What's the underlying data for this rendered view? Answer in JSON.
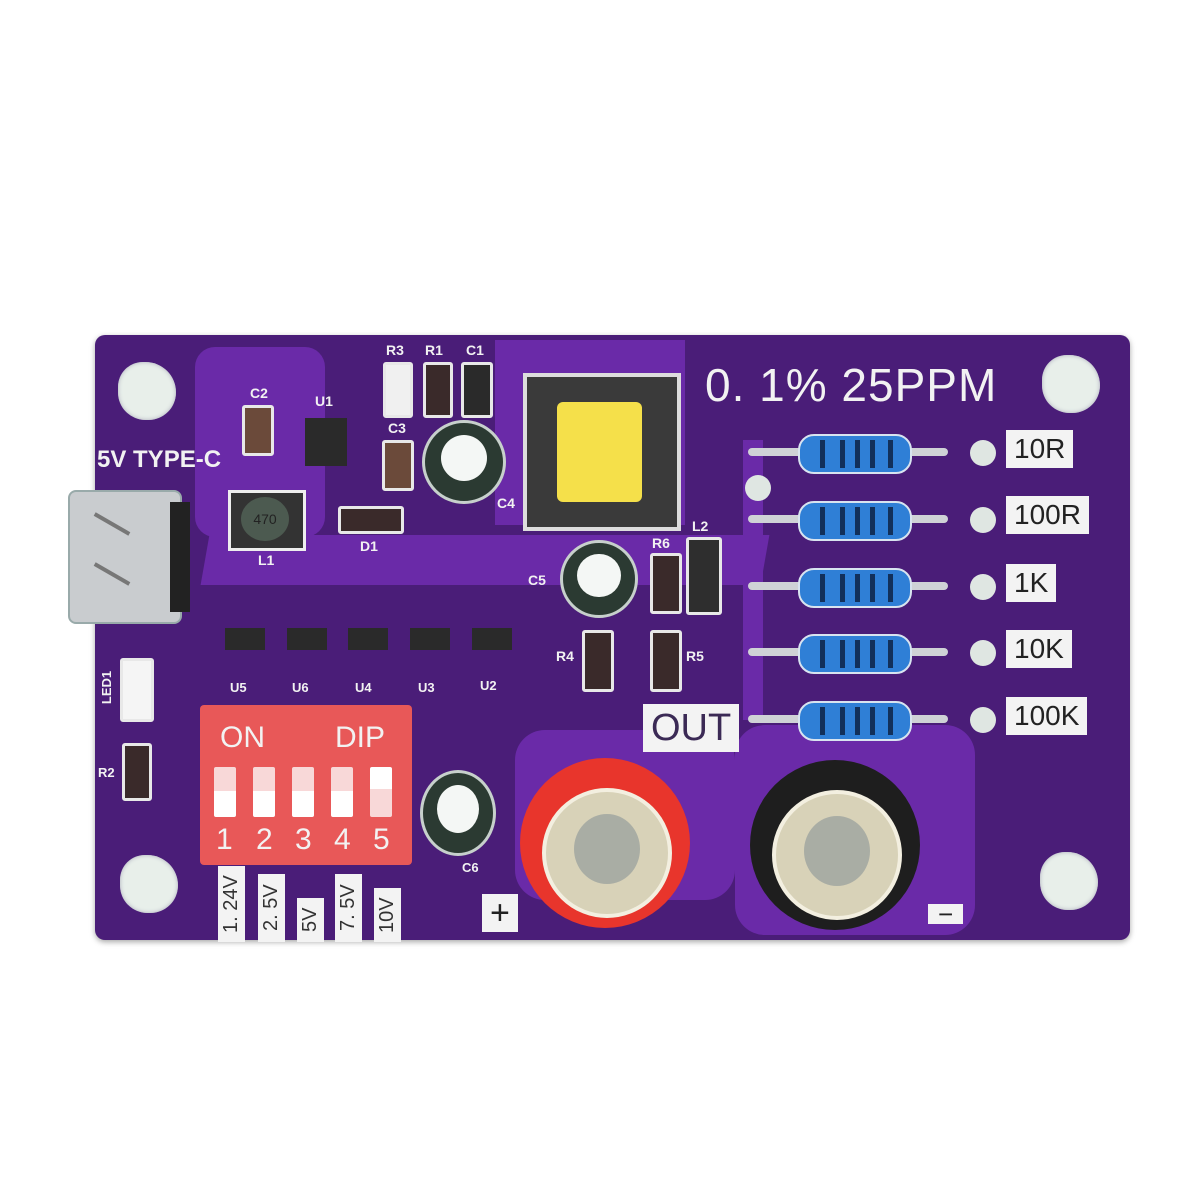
{
  "board": {
    "color": "#4a1d78",
    "headline": "0. 1%  25PPM",
    "usb_label": "5V TYPE-C",
    "out_label": "OUT",
    "plus_label": "+",
    "minus_label": "−"
  },
  "components": {
    "top_row": [
      "R3",
      "R1",
      "C1"
    ],
    "c2": "C2",
    "u1": "U1",
    "c3": "C3",
    "c4": "C4",
    "l1": "L1",
    "l1_marking": "470",
    "d1": "D1",
    "c5": "C5",
    "r6": "R6",
    "l2": "L2",
    "r4": "R4",
    "r5": "R5",
    "c6": "C6",
    "led1": "LED1",
    "r2": "R2",
    "transistors": [
      "U5",
      "U6",
      "U4",
      "U3",
      "U2"
    ]
  },
  "resistors": [
    {
      "label": "10R"
    },
    {
      "label": "100R"
    },
    {
      "label": "1K"
    },
    {
      "label": "10K"
    },
    {
      "label": "100K"
    }
  ],
  "dip_switch": {
    "left_text": "ON",
    "right_text": "DIP",
    "numbers": [
      "1",
      "2",
      "3",
      "4",
      "5"
    ],
    "voltages": [
      "1. 24V",
      "2. 5V",
      "5V",
      "7. 5V",
      "10V"
    ],
    "states": [
      "on",
      "on",
      "on",
      "on",
      "off"
    ],
    "color": "#e85858"
  },
  "jacks": {
    "positive_color": "#e8352c",
    "negative_color": "#1e1e1e"
  }
}
